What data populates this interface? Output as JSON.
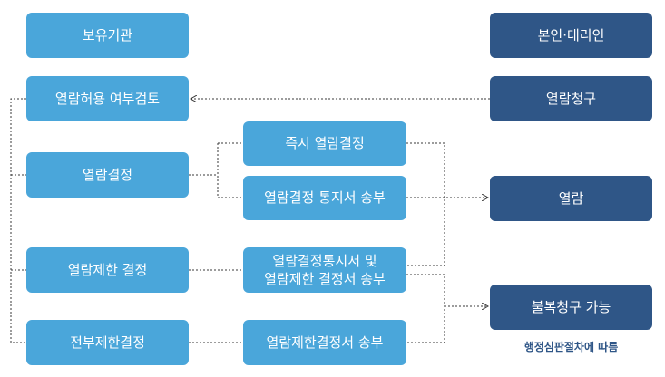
{
  "colors": {
    "institution_box": "#4aa6da",
    "requester_box": "#2f5687",
    "connector": "#3a3a3a",
    "caption": "#2f5687"
  },
  "left_column": {
    "header": "보유기관",
    "review": "열람허용 여부검토",
    "decision": "열람결정",
    "limit_decision": "열람제한 결정",
    "full_limit_decision": "전부제한결정"
  },
  "middle_column": {
    "immediate": "즉시 열람결정",
    "notice_send": "열람결정 통지서 송부",
    "notice_and_limit_send": "열람결정통지서 및\n열람제한 결정서 송부",
    "limit_send": "열람제한결정서 송부"
  },
  "right_column": {
    "header": "본인·대리인",
    "request": "열람청구",
    "view": "열람",
    "appeal": "불복청구 가능",
    "appeal_note": "행정심판절차에 따름"
  }
}
